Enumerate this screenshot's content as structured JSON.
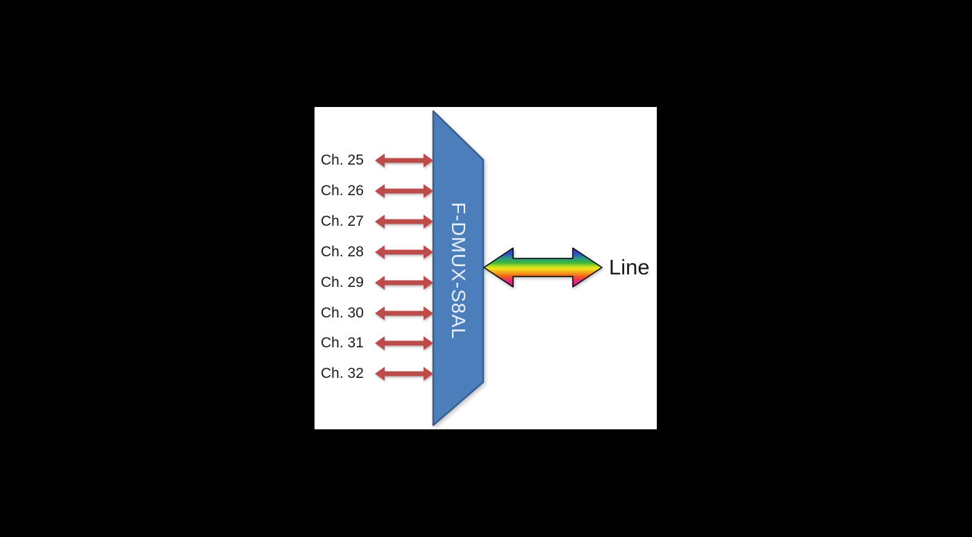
{
  "page": {
    "background": "#000000"
  },
  "slide": {
    "background": "#FFFFFF"
  },
  "device": {
    "label": "F-DMUX-S8AL",
    "fill": "#4C7EBB",
    "border": "#39618F",
    "label_color": "#E8EFF7"
  },
  "channels": [
    {
      "label": "Ch. 25"
    },
    {
      "label": "Ch. 26"
    },
    {
      "label": "Ch. 27"
    },
    {
      "label": "Ch. 28"
    },
    {
      "label": "Ch. 29"
    },
    {
      "label": "Ch. 30"
    },
    {
      "label": "Ch. 31"
    },
    {
      "label": "Ch. 32"
    }
  ],
  "channel_arrow": {
    "icon": "double-headed-arrow",
    "color": "#BC4B49"
  },
  "line_port": {
    "label": "Line",
    "icon": "rainbow-double-headed-arrow",
    "outline": "#000000",
    "gradient": {
      "0": "#5F2DB8",
      "1": "#2D50C8",
      "2": "#2D9E7E",
      "3": "#3FB53A",
      "4": "#B8DC22",
      "5": "#F2E51C",
      "6": "#F6A41B",
      "7": "#F1571D",
      "8": "#E02489",
      "9": "#D6127E"
    }
  }
}
